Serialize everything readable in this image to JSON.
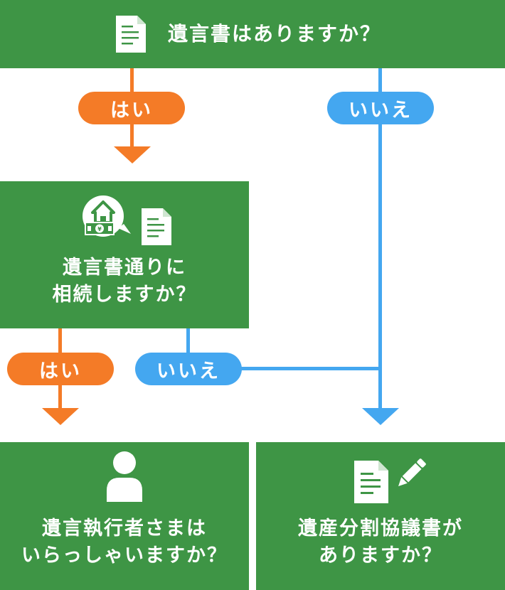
{
  "colors": {
    "box_green": "#3e9545",
    "yes_orange": "#f47b27",
    "no_blue": "#44a7f0"
  },
  "q1": {
    "title": "遺言書はありますか？",
    "icon": "document-icon"
  },
  "q2": {
    "line1": "遺言書通りに",
    "line2": "相続しますか？",
    "icons": [
      "house-money-icon",
      "document-icon"
    ]
  },
  "result_left": {
    "line1": "遺言執行者さまは",
    "line2": "いらっしゃいますか？",
    "icon": "person-icon"
  },
  "result_right": {
    "line1": "遺産分割協議書が",
    "line2": "ありますか？",
    "icons": [
      "document-icon",
      "pencil-icon"
    ]
  },
  "labels": {
    "q1_yes": "はい",
    "q1_no": "いいえ",
    "q2_yes": "はい",
    "q2_no": "いいえ"
  }
}
